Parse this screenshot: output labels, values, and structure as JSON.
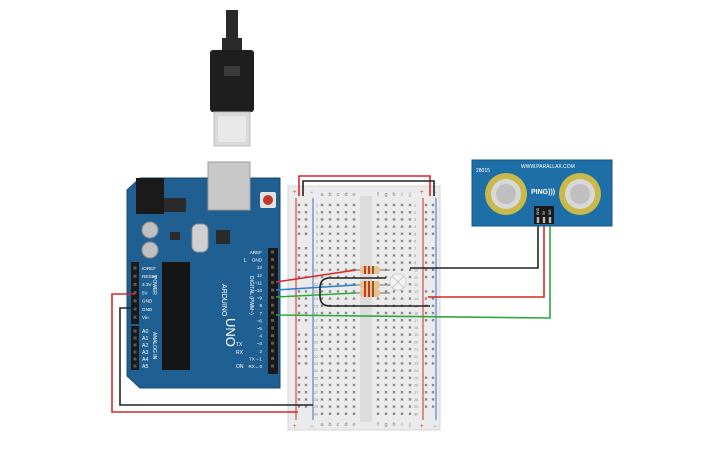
{
  "arduino": {
    "brand": "ARDUINO",
    "model": "UNO",
    "board_color": "#1f5f92",
    "digital_header_label": "DIGITAL (PWM~)",
    "power_header_label": "POWER",
    "analog_header_label": "ANALOG IN",
    "digital_pins": [
      "AREF",
      "GND",
      "13",
      "12",
      "~11",
      "~10",
      "~9",
      "8",
      "7",
      "~6",
      "~5",
      "4",
      "~3",
      "2",
      "TX→1",
      "RX←0"
    ],
    "power_pins": [
      "IOREF",
      "RESET",
      "3.3V",
      "5V",
      "GND",
      "GND",
      "Vin"
    ],
    "analog_pins": [
      "A0",
      "A1",
      "A2",
      "A3",
      "A4",
      "A5"
    ],
    "led_label": "L",
    "tx_label": "TX",
    "rx_label": "RX",
    "on_label": "ON"
  },
  "breadboard": {
    "col_letters_left": [
      "a",
      "b",
      "c",
      "d",
      "e"
    ],
    "col_letters_right": [
      "f",
      "g",
      "h",
      "i",
      "j"
    ],
    "rail_plus": "+",
    "rail_minus": "−",
    "row_count": 30
  },
  "sensor": {
    "name": "PING)))",
    "brand": "WWW.PARALLAX.COM",
    "model_code": "28015",
    "pins": [
      "GND",
      "5V",
      "SIG"
    ],
    "board_color": "#1e6fa8"
  },
  "colors": {
    "wire_red": "#d62828",
    "wire_black": "#222222",
    "wire_blue": "#2b7fd1",
    "wire_green": "#2eaa3c",
    "rail_red": "#d62828",
    "rail_blue": "#3b6fd1"
  }
}
